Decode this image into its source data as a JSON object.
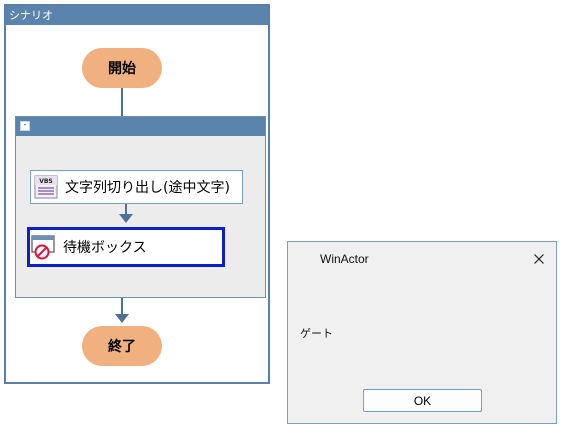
{
  "scenario": {
    "title": "シナリオ",
    "start_label": "開始",
    "end_label": "終了",
    "group": {
      "toggle_symbol": "-",
      "nodes": [
        {
          "label": "文字列切り出し(途中文字)",
          "icon": "vbs-script-icon",
          "icon_text": "VBS"
        },
        {
          "label": "待機ボックス",
          "icon": "wait-box-icon",
          "selected": true
        }
      ]
    }
  },
  "dialog": {
    "title": "WinActor",
    "message": "ゲート",
    "ok_label": "OK",
    "close_icon": "close-icon"
  },
  "colors": {
    "header_blue": "#5b84ad",
    "terminal_orange": "#f0b080",
    "selection_blue": "#0c1fc8",
    "connector": "#4e7199"
  }
}
